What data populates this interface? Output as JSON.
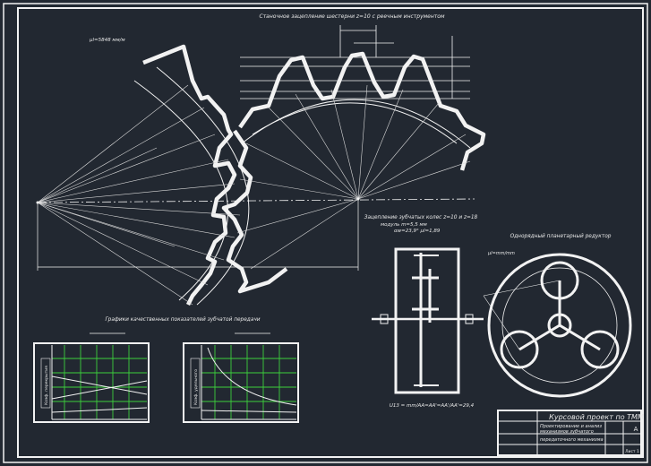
{
  "drawing": {
    "title_gearing": "Станочное зацепление шестерни z=10 с реечным инструментом",
    "scale_left": "μl=5848 мм/м",
    "title_gear_pair": "Зацепление зубчатых колес z=10 и z=18",
    "module_line": "модуль m=5,5 мм",
    "alpha_line": "αw=23,9°  μl=1,89",
    "title_graphs": "Графики качественных показателей зубчатой передачи",
    "title_reducer": "Однорядный планетарный редуктор",
    "reducer_scale": "μl=mm/mm",
    "reducer_note": "U13 = mm/AA=AA'=AA'/AA'=29,4",
    "graph_left_axis": "Коэф. перекрытия",
    "graph_right_axis": "Коэф. удельного",
    "stamp_title": "Курсовой проект по ТММ",
    "stamp_line1": "Проектирование и анализ",
    "stamp_line2": "механизмов зубчатого",
    "stamp_line3": "передаточного механизма",
    "stamp_letter": "А",
    "stamp_sheet": "Лист 1"
  },
  "colors": {
    "background": "#222831",
    "line": "#f2f2f2",
    "grid_green": "#3ccf3c",
    "dim": "#cfcfcf"
  }
}
